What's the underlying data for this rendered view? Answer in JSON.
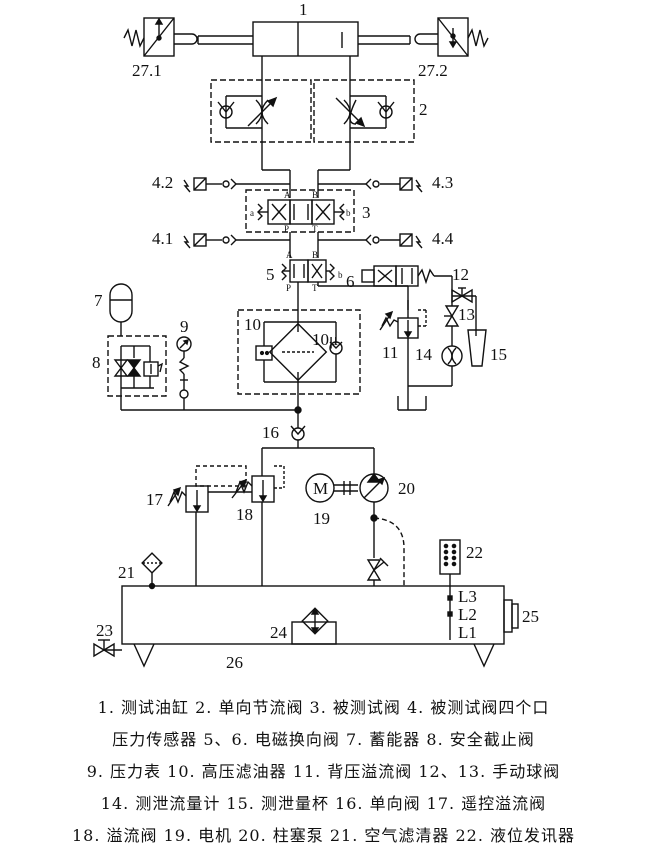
{
  "labels": {
    "l1": "1",
    "l2": "2",
    "l3": "3",
    "l4_1": "4.1",
    "l4_2": "4.2",
    "l4_3": "4.3",
    "l4_4": "4.4",
    "l5": "5",
    "l6": "6",
    "l7": "7",
    "l8": "8",
    "l9": "9",
    "l10": "10",
    "l10mu": "10μ",
    "l11": "11",
    "l12": "12",
    "l13": "13",
    "l14": "14",
    "l15": "15",
    "l16": "16",
    "l17": "17",
    "l18": "18",
    "l19": "19",
    "l20": "20",
    "l21": "21",
    "l22": "22",
    "l23": "23",
    "l24": "24",
    "l25": "25",
    "l26": "26",
    "l27_1": "27.1",
    "l27_2": "27.2",
    "L1": "L1",
    "L2": "L2",
    "L3": "L3",
    "M": "M",
    "portA3": "A",
    "portB3": "B",
    "portP3": "P",
    "portT3": "T",
    "porta3": "a",
    "portb3": "b",
    "portA5": "A",
    "portB5": "B",
    "portP5": "P",
    "portT5": "T",
    "portb5": "b"
  },
  "caption": [
    "1. 测试油缸  2. 单向节流阀  3. 被测试阀  4. 被测试阀四个口",
    "压力传感器  5、6. 电磁换向阀  7. 蓄能器  8. 安全截止阀",
    "9. 压力表  10. 高压滤油器  11. 背压溢流阀  12、13. 手动球阀",
    "14. 测泄流量计  15. 测泄量杯  16. 单向阀  17. 遥控溢流阀",
    "18. 溢流阀  19. 电机  20. 柱塞泵  21. 空气滤清器  22. 液位发讯器"
  ]
}
